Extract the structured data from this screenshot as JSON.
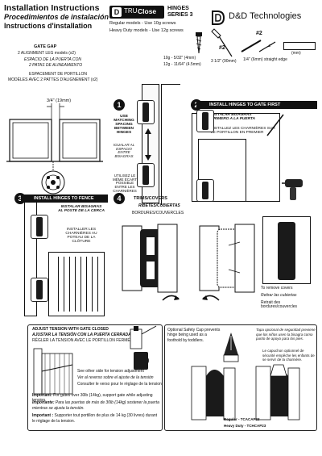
{
  "header": {
    "title_en": "Installation Instructions",
    "title_es": "Procedimientos de instalación",
    "title_fr": "Instructions d'installation",
    "brand_logo_letter": "D",
    "brand_tru": "TRU",
    "brand_close": "Close",
    "series_line1": "HINGES",
    "series_line2": "SERIES 3",
    "regular_models": "Regular models - Use 10g screws",
    "heavy_duty_models": "Heavy Duty models - Use 12g screws",
    "company": "D&D Technologies"
  },
  "tools": {
    "screw_10g": "10g - 5/32\" (4mm)",
    "screw_12g": "12g - 11/64\" (4.5mm)",
    "bit_label": "#2",
    "pencil_width": "3 1/2\" (90mm)",
    "drill_size": "1/4\" (6mm) straight edge",
    "unit_mm": "(mm)"
  },
  "gate_gap": {
    "line1": "GATE GAP",
    "line2": "2 ALIGNMENT LEG models (x2)",
    "line3": "ESPACIO DE LA PUERTA CON",
    "line4": "2 PATAS DE ALINEAMIENTO",
    "line5": "ESPACEMENT DE PORTILLON",
    "line6": "MODÈLES AVEC 2 PATTES D'ALIGNEMENT (x2)",
    "measurement": "3/4\" (19mm)"
  },
  "step1": {
    "number": "1",
    "text_en": "USE MATCHING SPACING BETWEEN HINGES",
    "text_es": "IGUALAR AL ESPACIO ENTRE BISAGRAS",
    "text_fr": "UTILISEZ LE MÊME ÉCART POSSIBLE ENTRE LES CHARNIÈRES"
  },
  "step2": {
    "number": "2",
    "title": "INSTALL HINGES TO GATE FIRST",
    "text_es": "INSTALAR BISAGRAS PRIMERO A LA PUERTA",
    "text_fr": "INSTALLEZ LES CHARNIÈRES SUR LE PORTILLON EN PREMIER"
  },
  "step3": {
    "number": "3",
    "title": "INSTALL HINGES TO FENCE POST",
    "text_es": "INSTALAR BISAGRAS AL POSTE DE LA CERCA",
    "text_fr": "INSTALLER LES CHARNIÈRES AU POTEAU DE LA CLÔTURE"
  },
  "step4": {
    "number": "4",
    "title": "TRIMS/COVERS",
    "text_es": "RIBETES/CUBIERTAS",
    "text_fr": "BORDURES/COUVERCLES",
    "remove_en": "To remove covers",
    "remove_es": "Retirar las cubiertas",
    "remove_fr": "Retrait des bordures/couvercles"
  },
  "tension": {
    "title_en": "ADJUST TENSION WITH GATE CLOSED",
    "title_es": "AJUSTAR LA TENSIÓN CON LA PUERTA CERRADA",
    "title_fr": "RÉGLER LA TENSION AVEC LE PORTILLON FERMÉ",
    "note_en": "See other side for tension adjustment",
    "note_es": "Ver al reverso sobre el ajuste de la tensión",
    "note_fr": "Consulter le verso pour le réglage de la tension",
    "imp_en_label": "Important:",
    "imp_en_text": "For gates over 30lb (14kg), support gate while adjusting tension.",
    "imp_es_label": "Importante:",
    "imp_es_text": "Para las puertas de más de 30lb (14kg) sostener la puerta mientras se ajusta la tensión.",
    "imp_fr_label": "Important :",
    "imp_fr_text": "Supporter tout portillon de plus de 14 kg (30 livres) durant le réglage de la tension."
  },
  "safety_cap": {
    "text_en": "Optional Safety Cap prevents hinge being used as a foothold by toddlers.",
    "text_es": "Tapa opcional de seguridad previene que los niños usen la bisagra como punto de apoyo para los pies.",
    "text_fr": "Le capuchon optionnel de sécurité empêche les enfants de se servir de la charnière.",
    "regular_code": "Regular - TCACAP23",
    "heavy_code": "Heavy Duty - TCHCAP23"
  },
  "icons": {
    "logo": "dd-logo-icon",
    "screwdriver": "screwdriver-icon",
    "drill": "drill-icon",
    "arrow": "arrow-icon"
  },
  "colors": {
    "ink": "#111111",
    "hinge_black": "#1a1a1a",
    "paper": "#ffffff"
  }
}
